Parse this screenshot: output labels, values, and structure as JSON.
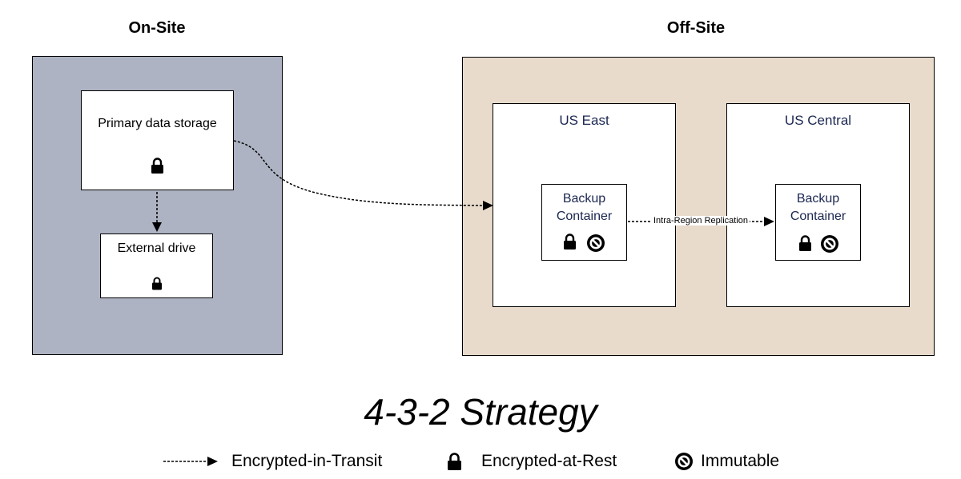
{
  "onsite": {
    "title": "On-Site",
    "primary": {
      "label": "Primary data storage",
      "icons": [
        "lock-icon"
      ]
    },
    "external": {
      "label": "External drive",
      "icons": [
        "lock-icon"
      ]
    }
  },
  "offsite": {
    "title": "Off-Site",
    "regions": [
      {
        "name": "US East",
        "container": {
          "line1": "Backup",
          "line2": "Container",
          "icons": [
            "lock-icon",
            "immutable-icon"
          ]
        }
      },
      {
        "name": "US Central",
        "container": {
          "line1": "Backup",
          "line2": "Container",
          "icons": [
            "lock-icon",
            "immutable-icon"
          ]
        }
      }
    ],
    "replication_label": "Intra-Region Replication"
  },
  "main_title": "4-3-2 Strategy",
  "legend": {
    "transit": "Encrypted-in-Transit",
    "rest": "Encrypted-at-Rest",
    "immutable": "Immutable"
  },
  "colors": {
    "onsite_fill": "#adb3c2",
    "offsite_fill": "#e8dbcc",
    "label_text": "#1b2650"
  }
}
